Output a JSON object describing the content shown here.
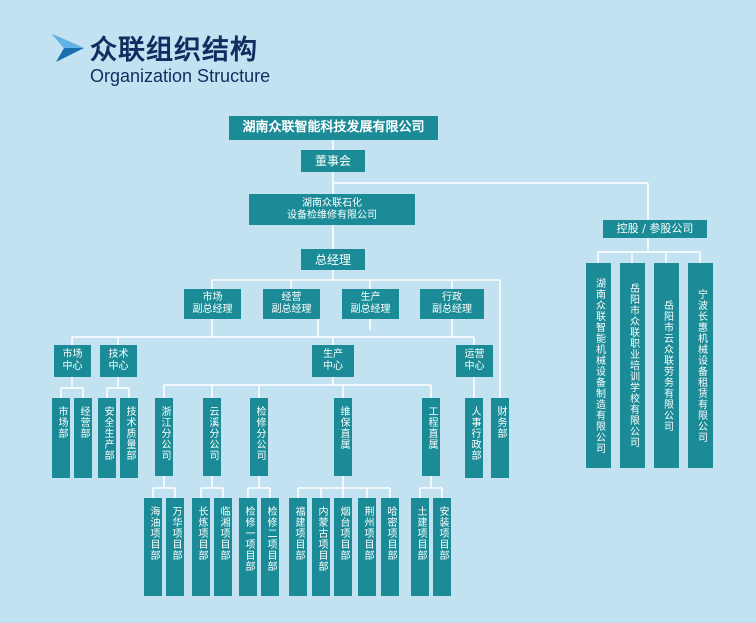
{
  "header": {
    "title": "众联组织结构",
    "subtitle": "Organization Structure"
  },
  "org": {
    "company": "湖南众联智能科技发展有限公司",
    "board": "董事会",
    "sub_company": "湖南众联石化\n设备检维修有限公司",
    "gm": "总经理",
    "vgm_market": "市场\n副总经理",
    "vgm_ops": "经营\n副总经理",
    "vgm_prod": "生产\n副总经理",
    "vgm_admin": "行政\n副总经理",
    "center_market": "市场\n中心",
    "center_tech": "技术\n中心",
    "center_prod": "生产\n中心",
    "center_ops": "运营\n中心",
    "dept_market": "市场部",
    "dept_business": "经营部",
    "dept_safety": "安全生产部",
    "dept_quality": "技术质量部",
    "branch_zhejiang": "浙江分公司",
    "branch_yunxi": "云溪分公司",
    "branch_jianxiu": "检修分公司",
    "branch_weibao": "维保直属",
    "branch_gongcheng": "工程直属",
    "dept_hr": "人事行政部",
    "dept_finance": "财务部",
    "proj_haiyou": "海油项目部",
    "proj_wanhua": "万华项目部",
    "proj_changlian": "长炼项目部",
    "proj_linxiang": "临湘项目部",
    "proj_jianxiu1": "检修一项目部",
    "proj_jianxiu2": "检修二项目部",
    "proj_fujian": "福建项目部",
    "proj_neimenggu": "内蒙古项目部",
    "proj_yantai": "烟台项目部",
    "proj_jingzhou": "荆州项目部",
    "proj_hami": "哈密项目部",
    "proj_tujian": "土建项目部",
    "proj_anzhuang": "安装项目部",
    "holding": "控股 / 参股公司",
    "h_zhineng": "湖南众联智能机械设备制造有限公司",
    "h_peixun": "岳阳市众联职业培训学校有限公司",
    "h_laowu": "岳阳市云众联劳务有限公司",
    "h_zulin": "宁波长惠机械设备租赁有限公司"
  },
  "colors": {
    "background": "#c2e1f1",
    "box": "#1b8c97",
    "line": "#ffffff",
    "title": "#0f2d5e"
  }
}
